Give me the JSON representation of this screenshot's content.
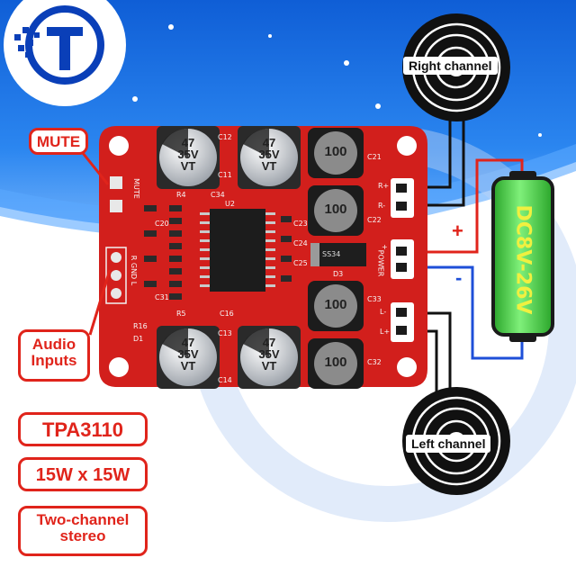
{
  "labels": {
    "mute": "MUTE",
    "audio_inputs": "Audio\nInputs",
    "right_channel": "Right channel",
    "left_channel": "Left channel",
    "chip": "TPA3110",
    "power": "15W x 15W",
    "stereo": "Two-channel\nstereo"
  },
  "battery": {
    "text": "DC8V-26V",
    "plus": "+",
    "minus": "-"
  },
  "board": {
    "capacitor": {
      "value": "47",
      "voltage": "35V",
      "series": "VT"
    },
    "inductor": "100",
    "diode": "SS34",
    "silkscreen": {
      "mute": "MUTE",
      "power": "POWER",
      "input_pins": "R GND L",
      "r_plus": "R+",
      "r_minus": "R-",
      "l_minus": "L-",
      "l_plus": "L+",
      "pwr_plus": "+",
      "pwr_minus": "-",
      "refs": [
        "C12",
        "C11",
        "C21",
        "C22",
        "C34",
        "U2",
        "C33",
        "C32",
        "C13",
        "C14",
        "C16",
        "D3",
        "D1",
        "R16",
        "R4",
        "R5",
        "C20",
        "C23",
        "C24",
        "C25",
        "C31"
      ]
    }
  },
  "colors": {
    "accent": "#e0241b",
    "pcb": "#d21f1c",
    "sky": "#1a6ee0",
    "battery": "#3cc63c"
  }
}
